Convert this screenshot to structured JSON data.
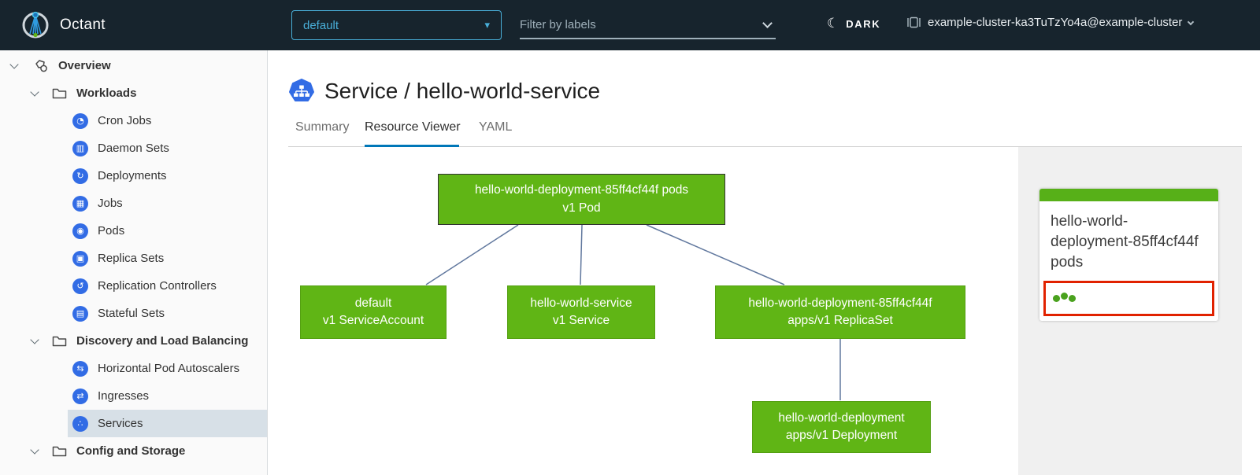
{
  "header": {
    "brand": "Octant",
    "namespace": "default",
    "filter_placeholder": "Filter by labels",
    "theme_label": "DARK",
    "cluster_label": "example-cluster-ka3TuTzYo4a@example-cluster"
  },
  "sidebar": {
    "items": [
      {
        "label": "Overview",
        "level": 0,
        "icon": "overview-icon",
        "expanded": true
      },
      {
        "label": "Workloads",
        "level": 1,
        "icon": "folder-icon",
        "expanded": true
      },
      {
        "label": "Cron Jobs",
        "level": 2,
        "icon": "cronjobs-icon",
        "glyph": "◔"
      },
      {
        "label": "Daemon Sets",
        "level": 2,
        "icon": "daemonsets-icon",
        "glyph": "▥"
      },
      {
        "label": "Deployments",
        "level": 2,
        "icon": "deployments-icon",
        "glyph": "↻"
      },
      {
        "label": "Jobs",
        "level": 2,
        "icon": "jobs-icon",
        "glyph": "▦"
      },
      {
        "label": "Pods",
        "level": 2,
        "icon": "pods-icon",
        "glyph": "◉"
      },
      {
        "label": "Replica Sets",
        "level": 2,
        "icon": "replicasets-icon",
        "glyph": "▣"
      },
      {
        "label": "Replication Controllers",
        "level": 2,
        "icon": "replicationcontrollers-icon",
        "glyph": "↺"
      },
      {
        "label": "Stateful Sets",
        "level": 2,
        "icon": "statefulsets-icon",
        "glyph": "▤"
      },
      {
        "label": "Discovery and Load Balancing",
        "level": 1,
        "icon": "folder-icon",
        "expanded": true
      },
      {
        "label": "Horizontal Pod Autoscalers",
        "level": 2,
        "icon": "hpa-icon",
        "glyph": "⇆"
      },
      {
        "label": "Ingresses",
        "level": 2,
        "icon": "ingresses-icon",
        "glyph": "⇄"
      },
      {
        "label": "Services",
        "level": 2,
        "icon": "services-icon",
        "glyph": "∴",
        "selected": true
      },
      {
        "label": "Config and Storage",
        "level": 1,
        "icon": "folder-icon",
        "expanded": true
      }
    ]
  },
  "main": {
    "title": "Service / hello-world-service",
    "title_icon": "service-icon",
    "tabs": [
      {
        "label": "Summary",
        "active": false
      },
      {
        "label": "Resource Viewer",
        "active": true
      },
      {
        "label": "YAML",
        "active": false
      }
    ],
    "graph": {
      "nodes": [
        {
          "id": "pod",
          "lines": [
            "hello-world-deployment-85ff4cf44f pods",
            "v1 Pod"
          ],
          "status": "ok",
          "selected": true
        },
        {
          "id": "serviceaccount",
          "lines": [
            "default",
            "v1 ServiceAccount"
          ],
          "status": "ok",
          "selected": false
        },
        {
          "id": "service",
          "lines": [
            "hello-world-service",
            "v1 Service"
          ],
          "status": "ok",
          "selected": false
        },
        {
          "id": "replicaset",
          "lines": [
            "hello-world-deployment-85ff4cf44f",
            "apps/v1 ReplicaSet"
          ],
          "status": "ok",
          "selected": false
        },
        {
          "id": "deployment",
          "lines": [
            "hello-world-deployment",
            "apps/v1 Deployment"
          ],
          "status": "ok",
          "selected": false
        }
      ],
      "edges": [
        [
          "pod",
          "serviceaccount"
        ],
        [
          "pod",
          "service"
        ],
        [
          "pod",
          "replicaset"
        ],
        [
          "replicaset",
          "deployment"
        ]
      ]
    },
    "detail_card": {
      "title": "hello-world-deployment-85ff4cf44f pods",
      "pod_count": 3,
      "highlighted": true
    }
  },
  "colors": {
    "header_bg": "#17242d",
    "accent_blue": "#49afd9",
    "icon_blue": "#326ce5",
    "node_green": "#60b515",
    "edge_blue": "#61789e",
    "tab_active_blue": "#0077b8",
    "selection_red": "#e12200",
    "sidebar_selected_bg": "#d7e0e7"
  }
}
